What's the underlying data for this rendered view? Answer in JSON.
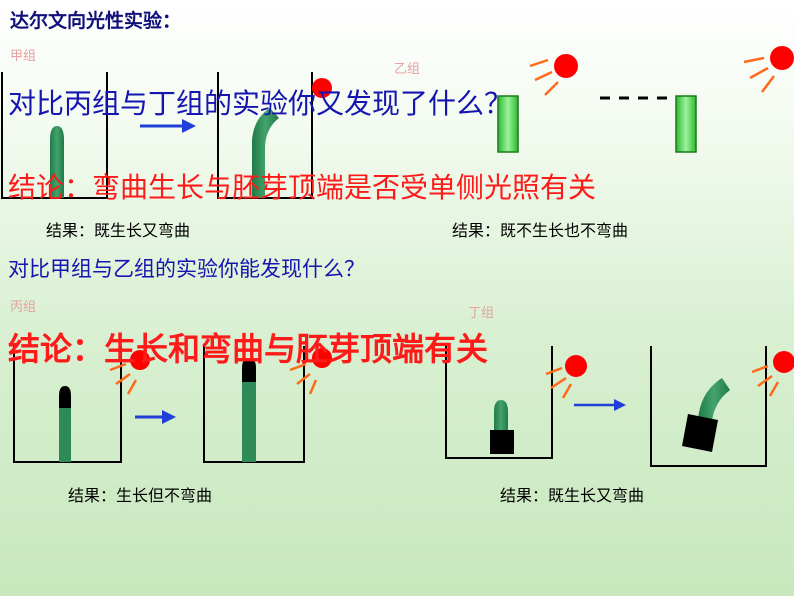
{
  "title": "达尔文向光性实验：",
  "groups": {
    "jia": "甲组",
    "yi": "乙组",
    "bing": "丙组",
    "ding": "丁组"
  },
  "question_1": "对比丙组与丁组的实验你又发现了什么？",
  "conclusion_1": "结论：弯曲生长与胚芽顶端是否受单侧光照有关",
  "question_2": "对比甲组与乙组的实验你能发现什么？",
  "conclusion_2": "结论：生长和弯曲与胚芽顶端有关",
  "results": {
    "jia": "结果：既生长又弯曲",
    "yi": "结果：既不生长也不弯曲",
    "bing": "结果：生长但不弯曲",
    "ding": "结果：既生长又弯曲"
  },
  "colors": {
    "title": "#10107a",
    "question": "#1515b0",
    "conclusion": "#ff1a1a",
    "sun": "#ff0000",
    "ray": "#ff6a1a",
    "seedling": "#2e8b57",
    "arrow": "#1f3fd8",
    "group_label": "#e8a0a0"
  }
}
